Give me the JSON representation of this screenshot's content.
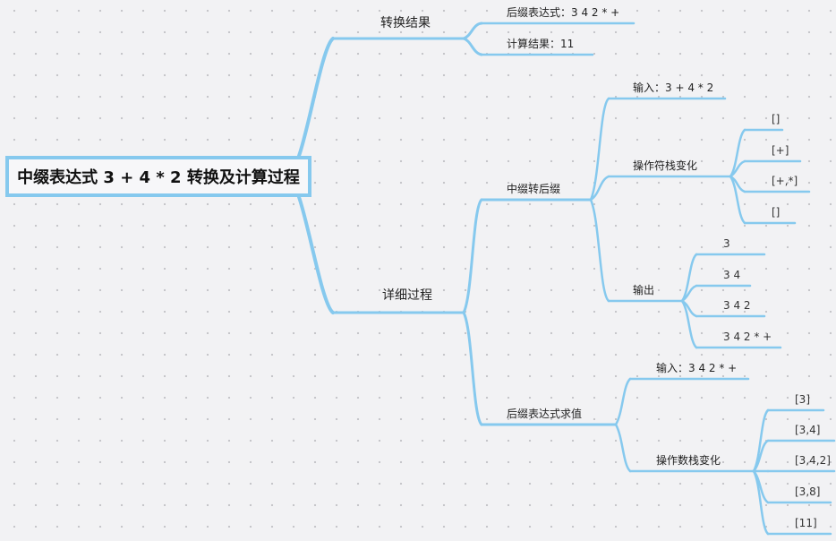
{
  "colors": {
    "line": "#86c9ee",
    "background": "#f2f2f4"
  },
  "root": "中缀表达式 3 + 4 * 2 转换及计算过程",
  "result": {
    "label": "转换结果",
    "postfix": "后缀表达式：3 4 2 * +",
    "value": "计算结果：11"
  },
  "detail": {
    "label": "详细过程",
    "infix_to_postfix": {
      "label": "中缀转后缀",
      "input": "输入：3 + 4 * 2",
      "operator_stack": {
        "label": "操作符栈变化",
        "states": [
          "[]",
          "[+]",
          "[+,*]",
          "[]"
        ]
      },
      "output": {
        "label": "输出",
        "states": [
          "3",
          "3 4",
          "3 4 2",
          "3 4 2 * +"
        ]
      }
    },
    "postfix_eval": {
      "label": "后缀表达式求值",
      "input": "输入：3 4 2 * +",
      "operand_stack": {
        "label": "操作数栈变化",
        "states": [
          "[3]",
          "[3,4]",
          "[3,4,2]",
          "[3,8]",
          "[11]"
        ]
      }
    }
  }
}
